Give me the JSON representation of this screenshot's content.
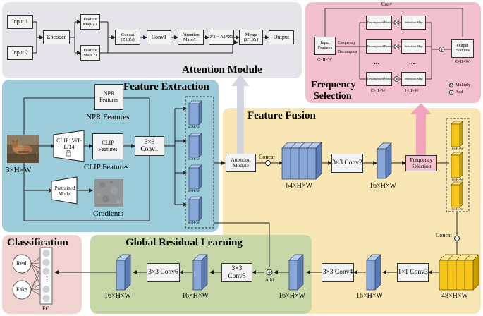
{
  "attention_module": {
    "title": "Attention Module",
    "input1": "Input 1",
    "input2": "Input 2",
    "encoder": "Encoder",
    "fmap_z1": "Feature Map Z1",
    "fmap_zr": "Feature Map Zr",
    "concat": "Concat (Z1,Zr)",
    "conv1": "Conv1",
    "attn_map": "Attention Map A1",
    "z1_formula": "Z'1 = A1*Z1",
    "merge": "Merge (Z'1,Zr)",
    "output": "Output"
  },
  "frequency_selection": {
    "title_line1": "Frequency",
    "title_line2": "Selection",
    "conv": "Conv",
    "input_features": "Input Features",
    "input_dims": "C×H×W",
    "frequency": "Frequency",
    "decompose": "Decompose",
    "decomposed_feats": "Decomposed Feats",
    "selection_map": "Selection Map",
    "output_features": "Output Features",
    "output_dims": "C×H×W",
    "ellipsis": "...",
    "decomposed_dims": "C×H×W",
    "selection_dims": "1×H×W",
    "multiply_legend": "Multiply",
    "add_legend": "Add"
  },
  "feature_extraction": {
    "title": "Feature Extraction",
    "npr_box": "NPR Features",
    "npr_label": "NPR Features",
    "clip_encoder": "CLIP: ViT-L/14",
    "clip_box": "CLIP Features",
    "clip_label": "CLIP Features",
    "conv1": "3×3 Conv1",
    "pretrained": "Pretrained Model",
    "gradients_label": "Gradients",
    "input_dims": "3×H×W",
    "stack_label": "16×H×W"
  },
  "feature_fusion": {
    "title": "Feature Fusion",
    "attention_module": "Attention Module",
    "concat": "Concat",
    "block1_dims": "64×H×W",
    "conv2": "3×3 Conv2",
    "block2_dims": "16×H×W",
    "frequency_selection": "Frequency Selection",
    "stack_label": "16×H×W",
    "concat2": "Concat"
  },
  "classification": {
    "title": "Classification",
    "real": "Real",
    "fake": "Fake",
    "fc": "FC",
    "dots": "⋮"
  },
  "global_residual": {
    "title": "Global Residual Learning",
    "conv6": "3×3 Conv6",
    "conv5": "3×3 Conv5",
    "add": "Add",
    "conv4": "3×3 Conv4",
    "conv3": "1×1 Conv3",
    "dims_16": "16×H×W",
    "dims_48": "48×H×W"
  },
  "colors": {
    "attention_bg": "#e6e3eb",
    "frequency_bg": "#f2bfcd",
    "extraction_bg": "#9ccbd9",
    "fusion_bg": "#f8e7b5",
    "classification_bg": "#f0d3d1",
    "residual_bg": "#c6d6a6",
    "blue_block": "#88a6d8",
    "yellow_block": "#f5c518",
    "arrow_gray": "#cfd2e0",
    "arrow_pink": "#f29bbd"
  }
}
